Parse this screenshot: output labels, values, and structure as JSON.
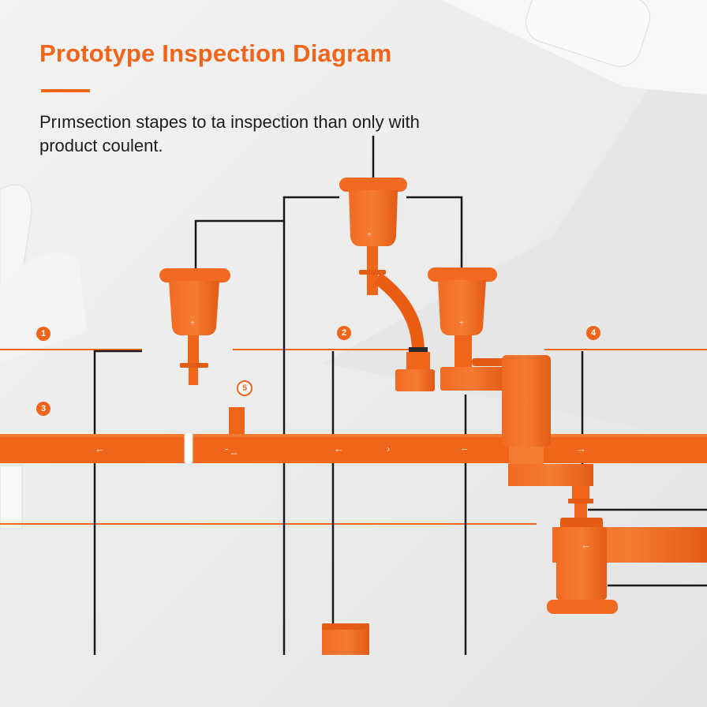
{
  "title": "Prototype Inspection Diagram",
  "subtitle": "Prımsection stapes to ta inspection than only with product coulent.",
  "colors": {
    "accent": "#f0651a",
    "accent_dark": "#d9520f",
    "line": "#1a1a1a",
    "background": "#ececec"
  },
  "stage_labels": [
    {
      "name": "stage-label-1",
      "text": "1"
    },
    {
      "name": "stage-label-2",
      "text": "2"
    },
    {
      "name": "stage-label-3",
      "text": "3"
    },
    {
      "name": "stage-label-4",
      "text": "4"
    },
    {
      "name": "stage-label-5",
      "text": "5"
    }
  ],
  "belt_arrows": [
    "←",
    "-  _",
    "←",
    "›",
    "–",
    "→",
    "←"
  ]
}
